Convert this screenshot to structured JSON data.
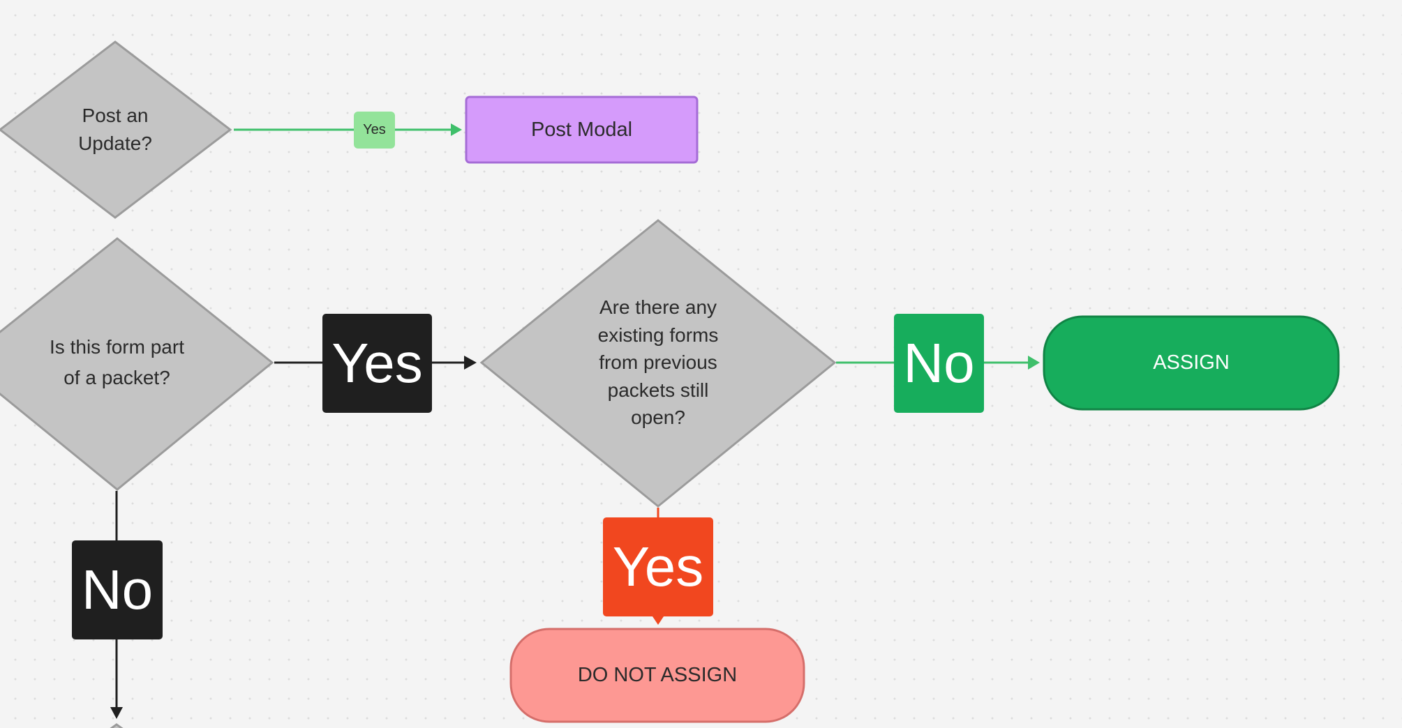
{
  "nodes": {
    "post_update": "Post an\nUpdate?",
    "post_modal": "Post Modal",
    "packet_question": "Is this form part\nof a packet?",
    "existing_forms_question": "Are there any\nexisting forms\nfrom previous\npackets still\nopen?",
    "assign": "ASSIGN",
    "do_not_assign": "DO NOT ASSIGN"
  },
  "connector_labels": {
    "post_update_yes": "Yes",
    "packet_yes": "Yes",
    "existing_no": "No",
    "existing_yes": "Yes",
    "packet_no": "No"
  },
  "colors": {
    "decision_fill": "#c4c4c4",
    "decision_stroke": "#9b9b9b",
    "post_modal_fill": "#d59bfb",
    "post_modal_stroke": "#a56cd6",
    "assign_fill": "#17ad5c",
    "assign_stroke": "#108445",
    "do_not_assign_fill": "#fd9893",
    "do_not_assign_stroke": "#d56e6a",
    "green_connector": "#3ebf6a",
    "black_connector": "#1f1f1f",
    "red_connector": "#f1471f",
    "small_yes_label": "#93e39a",
    "black_label": "#1f1f1f",
    "green_label": "#17ad5c",
    "red_label": "#f1471f"
  }
}
